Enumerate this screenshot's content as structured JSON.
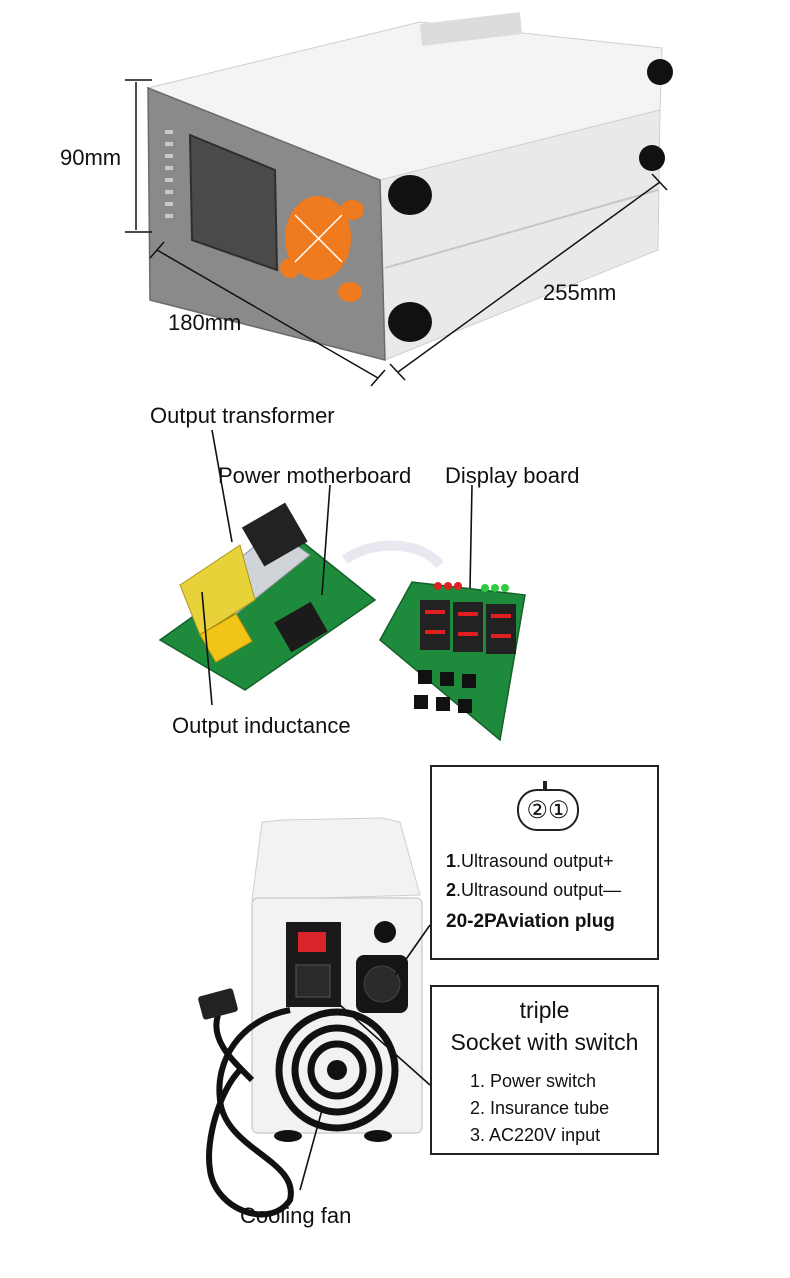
{
  "dimensions": {
    "height_label": "90mm",
    "width_label": "180mm",
    "depth_label": "255mm"
  },
  "components": {
    "output_transformer": "Output transformer",
    "power_motherboard": "Power motherboard",
    "display_board": "Display board",
    "output_inductance": "Output inductance"
  },
  "aviation_plug": {
    "pin2": "②",
    "pin1": "①",
    "items": [
      {
        "num": "1",
        "text": ".Ultrasound output+"
      },
      {
        "num": "2",
        "text": ".Ultrasound output—"
      }
    ],
    "title": "20-2PAviation plug"
  },
  "socket": {
    "title_line1": "triple",
    "title_line2": "Socket with switch",
    "items": [
      "1. Power switch",
      "2. Insurance tube",
      "3. AC220V input"
    ]
  },
  "cooling_fan": "Cooling fan",
  "colors": {
    "device_body": "#f2f2f2",
    "front_panel": "#8a8a8a",
    "keypad": "#f07a1e",
    "pcb": "#1e8a3c",
    "transformer": "#e8d23a",
    "power_switch": "#d8242a"
  }
}
